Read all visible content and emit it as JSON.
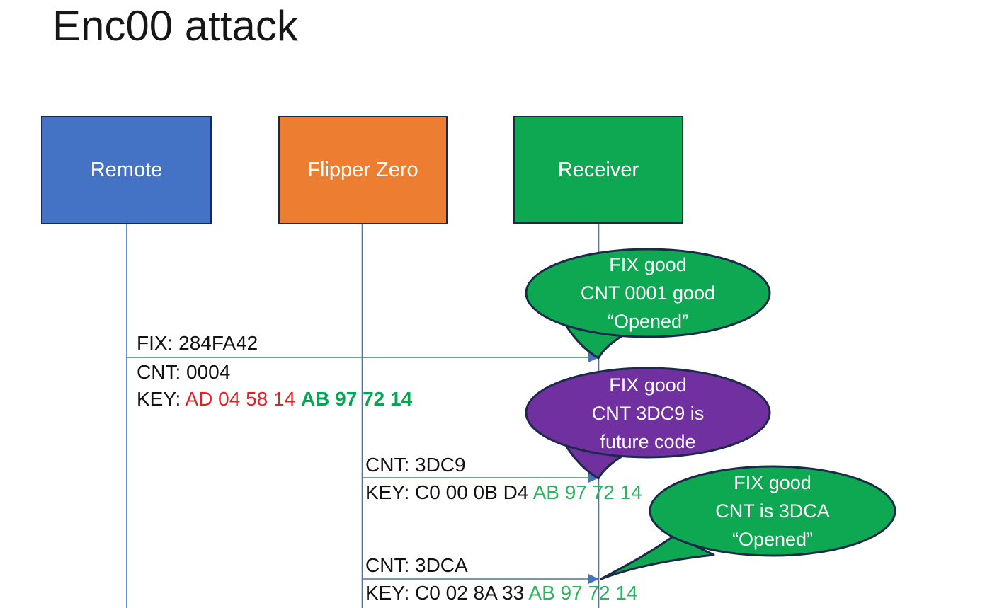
{
  "title": "Enc00 attack",
  "actors": {
    "remote": {
      "label": "Remote",
      "fill": "#4472C4"
    },
    "flipper": {
      "label": "Flipper Zero",
      "fill": "#ED7D31"
    },
    "receiver": {
      "label": "Receiver",
      "fill": "#0EA853"
    }
  },
  "messages": {
    "m1": {
      "fix": "FIX: 284FA42",
      "cnt": "CNT: 0004",
      "key_prefix": "KEY: ",
      "key_red": "AD 04 58 14 ",
      "key_green": "AB 97 72 14"
    },
    "m2": {
      "cnt": "CNT: 3DC9",
      "key_prefix": "KEY: ",
      "key_black": "C0 00 0B D4 ",
      "key_green": "AB 97 72 14"
    },
    "m3": {
      "cnt": "CNT: 3DCA",
      "key_prefix": "KEY: ",
      "key_black": "C0 02 8A 33 ",
      "key_green": "AB 97 72 14"
    }
  },
  "callouts": {
    "c1": {
      "line1": "FIX good",
      "line2": "CNT 0001 good",
      "line3": "“Opened”",
      "fill": "#0EA853"
    },
    "c2": {
      "line1": "FIX good",
      "line2": "CNT 3DC9 is",
      "line3": "future code",
      "fill": "#7030A0"
    },
    "c3": {
      "line1": "FIX good",
      "line2": "CNT is 3DCA",
      "line3": "“Opened”",
      "fill": "#0EA853"
    }
  },
  "colors": {
    "key_red": "#ED1C24",
    "key_green_bold": "#00A651",
    "key_green": "#2BB360",
    "arrow_blue": "#4472C4",
    "shape_border": "#1B2A4A",
    "callout_green": "#0EA853",
    "callout_purple": "#7030A0"
  }
}
